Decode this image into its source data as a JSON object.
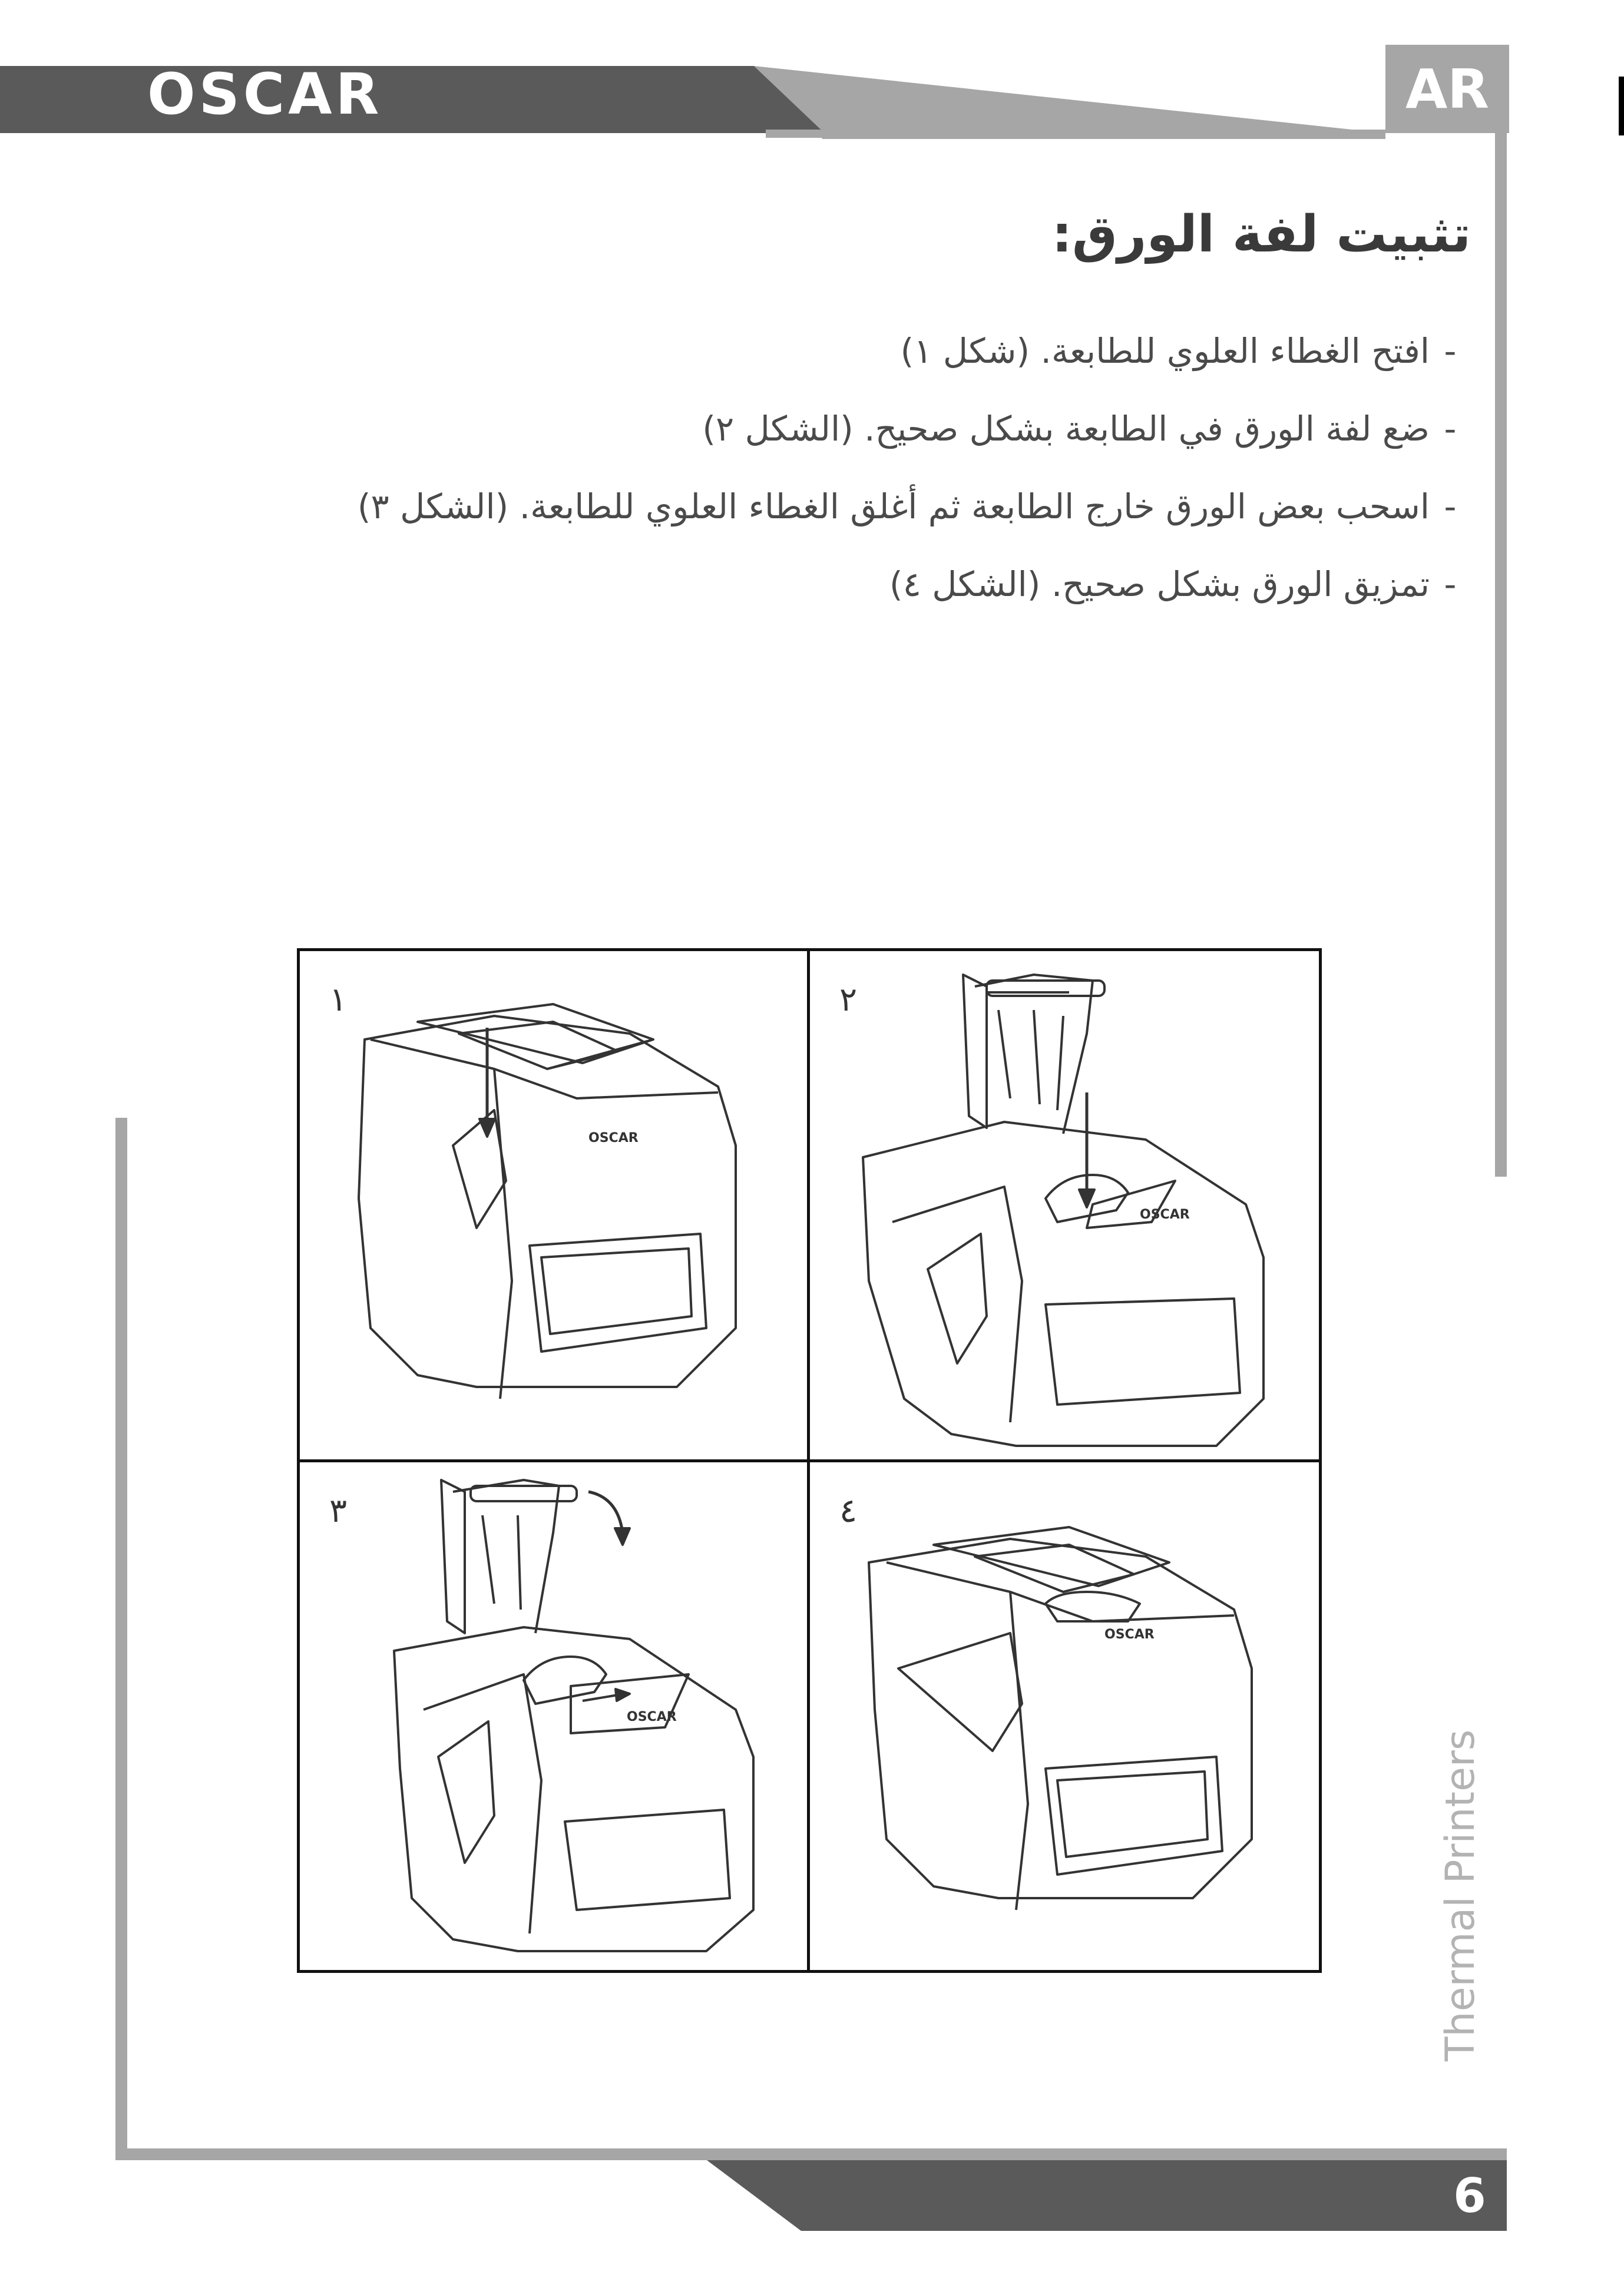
{
  "header": {
    "brand": "OSCAR",
    "language": "AR"
  },
  "section": {
    "title": "تثبيت لفة الورق:",
    "steps": [
      "افتح الغطاء العلوي للطابعة. (شكل ١)",
      "ضع لفة الورق في الطابعة بشكل صحيح. (الشكل ٢)",
      "اسحب بعض الورق خارج الطابعة ثم أغلق الغطاء العلوي للطابعة. (الشكل ٣)",
      "تمزيق الورق بشكل صحيح. (الشكل ٤)"
    ],
    "step_marker": "-"
  },
  "figures": [
    {
      "number": "١",
      "printer_label": "OSCAR"
    },
    {
      "number": "٢",
      "printer_label": "OSCAR"
    },
    {
      "number": "٣",
      "printer_label": "OSCAR"
    },
    {
      "number": "٤",
      "printer_label": "OSCAR"
    }
  ],
  "side_text": "Thermal Printers",
  "footer": {
    "page_number": "6"
  },
  "colors": {
    "header_band": "#5a5a5a",
    "frame_gray": "#a6a6a6",
    "text": "#3a3a3a"
  }
}
